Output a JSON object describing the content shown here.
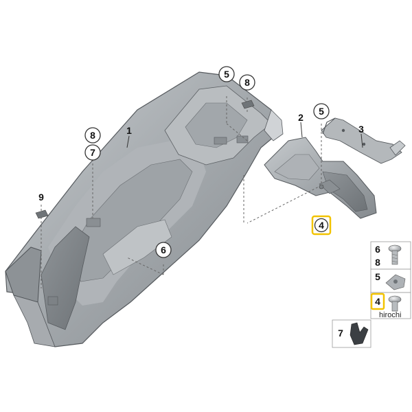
{
  "callouts": {
    "c1": "1",
    "c2": "2",
    "c3": "3",
    "c4": "4",
    "c5a": "5",
    "c5b": "5",
    "c6": "6",
    "c7": "7",
    "c8a": "8",
    "c8b": "8",
    "c9": "9"
  },
  "legend": {
    "row1_top": "6",
    "row1_bottom": "8",
    "row2": "5",
    "row3": "4",
    "row4": "7"
  },
  "watermark": "hirochi",
  "colors": {
    "highlight": "#f2c300",
    "part_fill": "#9da2a6",
    "part_dark": "#7c8185",
    "part_light": "#c3c7ca",
    "outline": "#4a4e52"
  }
}
